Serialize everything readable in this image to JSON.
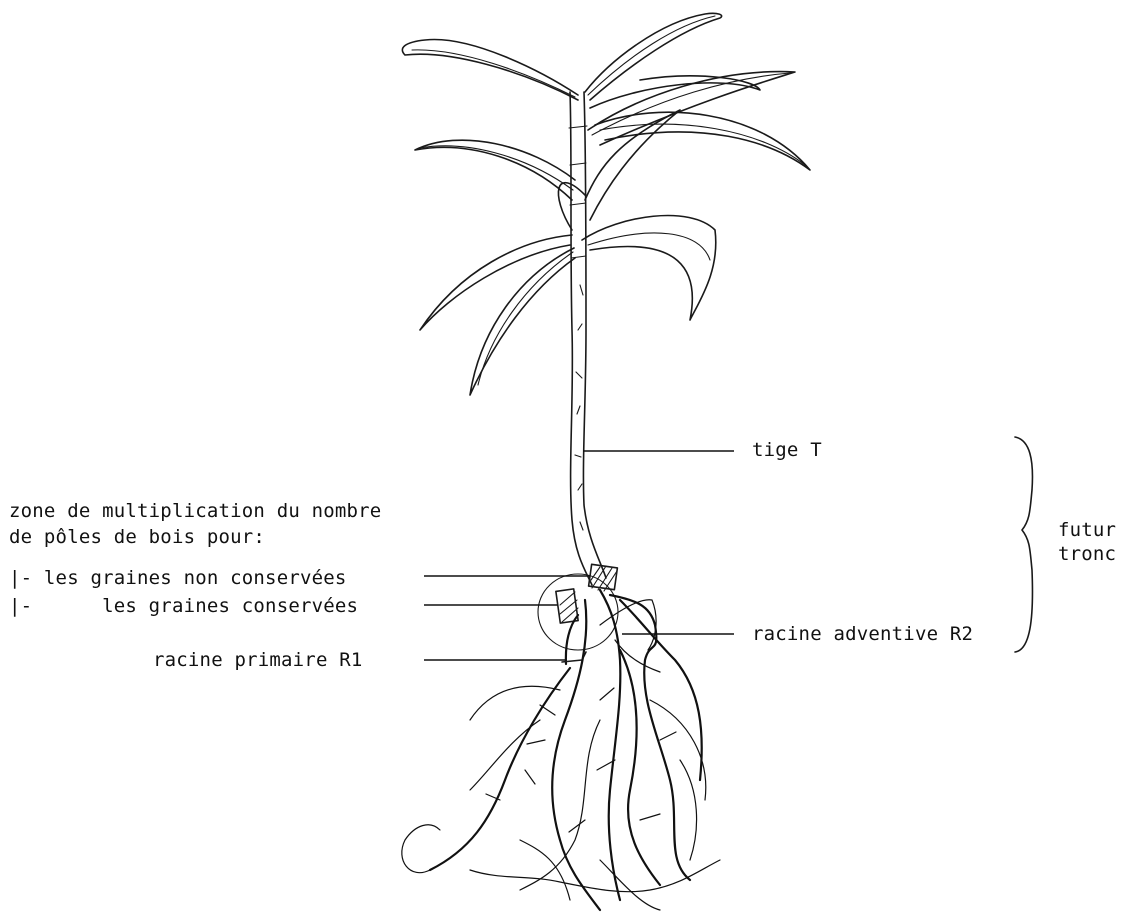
{
  "labels": {
    "zone_title_1": "zone de multiplication du nombre",
    "zone_title_2": "de pôles de bois pour:",
    "item_non_conservees": "|- les graines non conservées",
    "item_conservees": "|-      les graines conservées",
    "racine_primaire": "racine primaire R1",
    "tige": "tige T",
    "racine_adventive": "racine adventive R2",
    "futur": "futur",
    "tronc": "tronc"
  },
  "colors": {
    "ink": "#111111",
    "paper": "#ffffff"
  }
}
